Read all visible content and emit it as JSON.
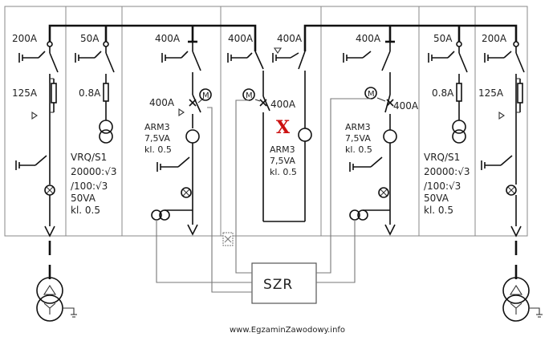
{
  "incoming_left": {
    "switch_rating": "200A",
    "fuse_rating": "125A"
  },
  "vt_left": {
    "switch_rating": "50A",
    "fuse_rating": "0.8A",
    "type": "VRQ/S1",
    "ratio_1": "20000:√3",
    "ratio_2": "/100:√3",
    "power": "50VA",
    "class": "kl. 0.5"
  },
  "feeder_left": {
    "switch_rating": "400A",
    "breaker_rating": "400A",
    "ct_type": "ARM3",
    "ct_power": "7,5VA",
    "ct_class": "kl. 0.5",
    "motor_label": "M"
  },
  "bus_coupler": {
    "switch_left_rating": "400A",
    "switch_right_rating": "400A",
    "breaker_rating": "400A",
    "ct_type": "ARM3",
    "ct_power": "7,5VA",
    "ct_class": "kl. 0.5",
    "motor_label": "M",
    "mark": "X"
  },
  "feeder_right": {
    "switch_rating": "400A",
    "breaker_rating": "400A",
    "ct_type": "ARM3",
    "ct_power": "7,5VA",
    "ct_class": "kl. 0.5",
    "motor_label": "M"
  },
  "vt_right": {
    "switch_rating": "50A",
    "fuse_rating": "0.8A",
    "type": "VRQ/S1",
    "ratio_1": "20000:√3",
    "ratio_2": "/100:√3",
    "power": "50VA",
    "class": "kl. 0.5"
  },
  "incoming_right": {
    "switch_rating": "200A",
    "fuse_rating": "125A"
  },
  "controller": {
    "label": "SZR"
  },
  "watermark": {
    "text": "www.EgzaminZawodowy.info"
  },
  "colors": {
    "line": "#111111",
    "control_wire": "#777777",
    "mark": "#cc1111"
  }
}
